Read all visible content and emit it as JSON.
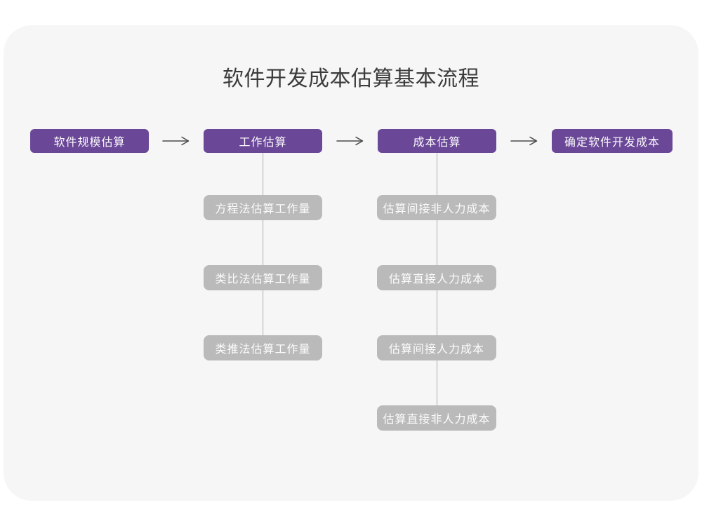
{
  "title": "软件开发成本估算基本流程",
  "colors": {
    "panel_background": "#f6f6f7",
    "page_background": "#ffffff",
    "stage_box": "#6a4897",
    "sub_box": "#bababa",
    "arrow": "#4a4a4a",
    "connector_line": "#c9c9c9",
    "title_text": "#3c3c3c",
    "box_text": "#fcfcfc"
  },
  "flow": {
    "stages": [
      {
        "label": "软件规模估算",
        "children": []
      },
      {
        "label": "工作估算",
        "children": [
          {
            "label": "方程法估算工作量"
          },
          {
            "label": "类比法估算工作量"
          },
          {
            "label": "类推法估算工作量"
          }
        ]
      },
      {
        "label": "成本估算",
        "children": [
          {
            "label": "估算间接非人力成本"
          },
          {
            "label": "估算直接人力成本"
          },
          {
            "label": "估算间接人力成本"
          },
          {
            "label": "估算直接非人力成本"
          }
        ]
      },
      {
        "label": "确定软件开发成本",
        "children": []
      }
    ]
  }
}
